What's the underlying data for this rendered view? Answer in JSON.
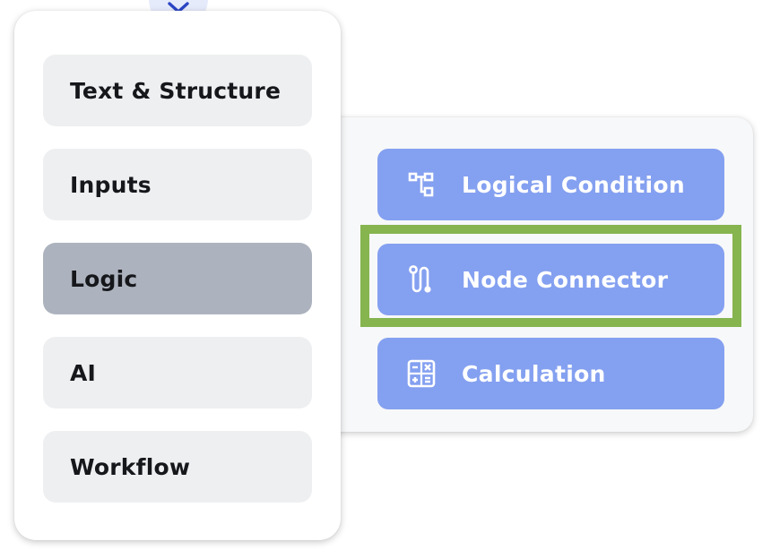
{
  "close_button": {
    "icon": "close-icon"
  },
  "menu": {
    "items": [
      {
        "label": "Text & Structure",
        "active": false
      },
      {
        "label": "Inputs",
        "active": false
      },
      {
        "label": "Logic",
        "active": true
      },
      {
        "label": "AI",
        "active": false
      },
      {
        "label": "Workflow",
        "active": false
      }
    ]
  },
  "submenu": {
    "items": [
      {
        "label": "Logical Condition",
        "icon": "flowchart-icon"
      },
      {
        "label": "Node Connector",
        "icon": "route-connector-icon",
        "highlighted": true
      },
      {
        "label": "Calculation",
        "icon": "calculator-icon"
      }
    ]
  },
  "colors": {
    "accent": "#84a0f0",
    "active_category": "#adb3be",
    "category_bg": "#eeeff1",
    "highlight": "#86b44f",
    "close_bg": "#e6ebfb",
    "close_icon": "#2b45c4"
  }
}
